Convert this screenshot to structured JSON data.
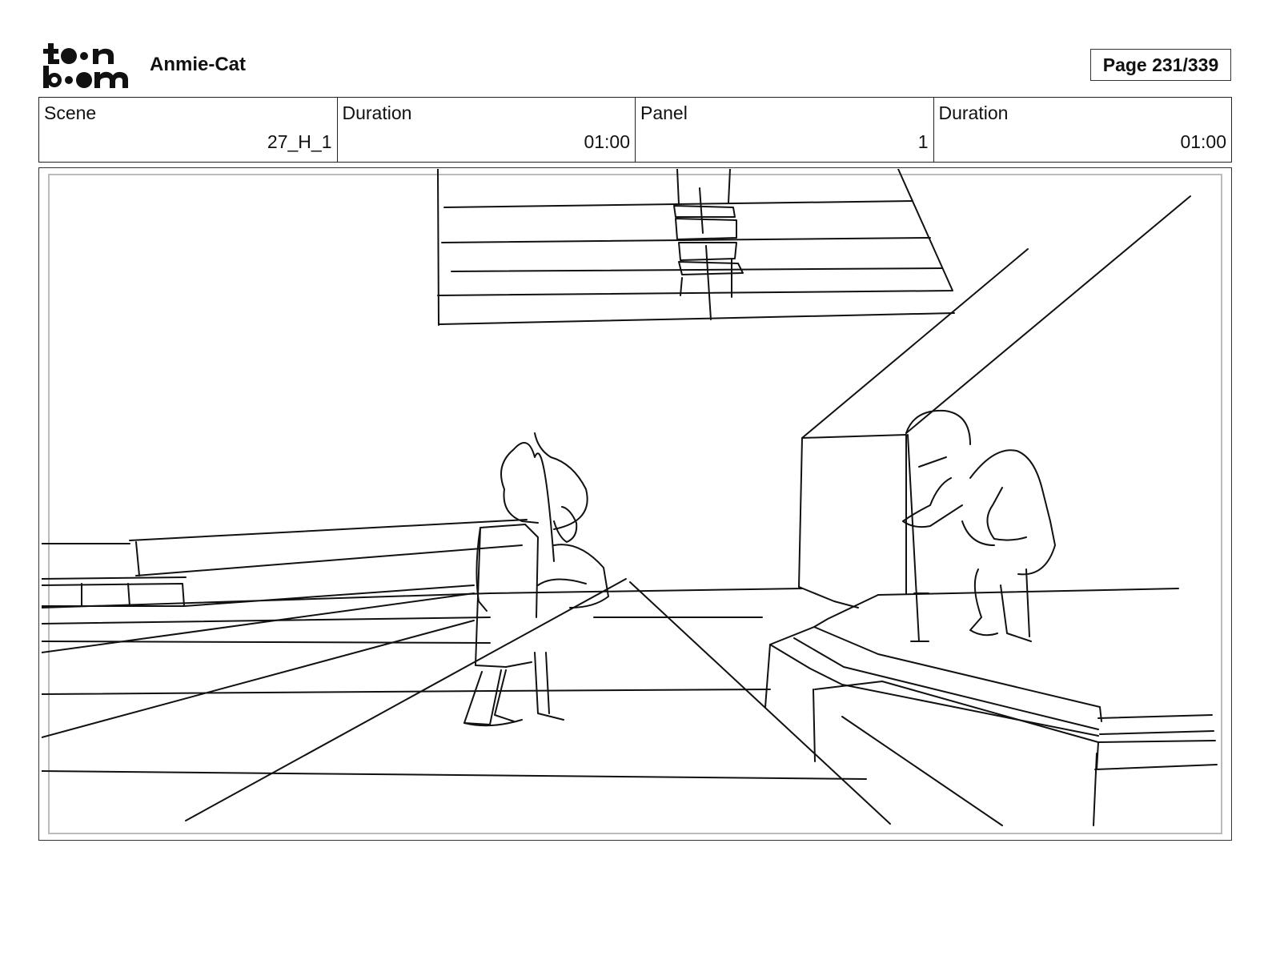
{
  "header": {
    "logo_text": "toon boom",
    "project_title": "Anmie-Cat",
    "page_label": "Page 231/339"
  },
  "info": {
    "cells": [
      {
        "label": "Scene",
        "value": "27_H_1"
      },
      {
        "label": "Duration",
        "value": "01:00"
      },
      {
        "label": "Panel",
        "value": "1"
      },
      {
        "label": "Duration",
        "value": "01:00"
      }
    ]
  },
  "panel": {
    "image_icon": "storyboard-sketch-image"
  }
}
